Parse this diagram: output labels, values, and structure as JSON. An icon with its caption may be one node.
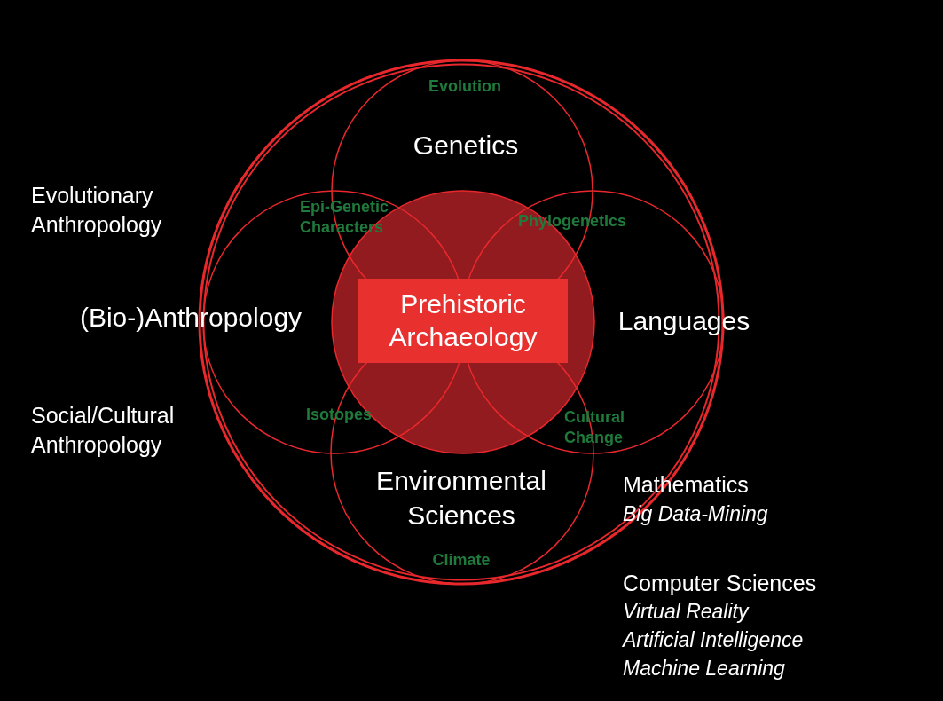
{
  "diagram": {
    "nodes": [
      {
        "text": [
          "Genetics"
        ]
      },
      {
        "text": [
          "(Bio-)Anthropology"
        ]
      },
      {
        "text": [
          "Languages"
        ]
      },
      {
        "text": [
          "Environmental Sciences"
        ]
      },
      {
        "text": [],
        "shape": "circle"
      },
      {
        "text": [
          "Prehistoric Archaeology"
        ],
        "in": 4
      }
    ],
    "edges": [],
    "labels": [
      "Evolution",
      "Evolutionary Anthropology",
      "Epi-Genetic Characters",
      "Phylogenetics",
      "Isotopes",
      "Cultural Change",
      "Social/Cultural Anthropology",
      "Mathematics",
      "Big Data-Mining",
      "Climate",
      "Computer Sciences",
      "Virtual Reality",
      "Artificial Intelligence",
      "Machine Learning"
    ]
  }
}
